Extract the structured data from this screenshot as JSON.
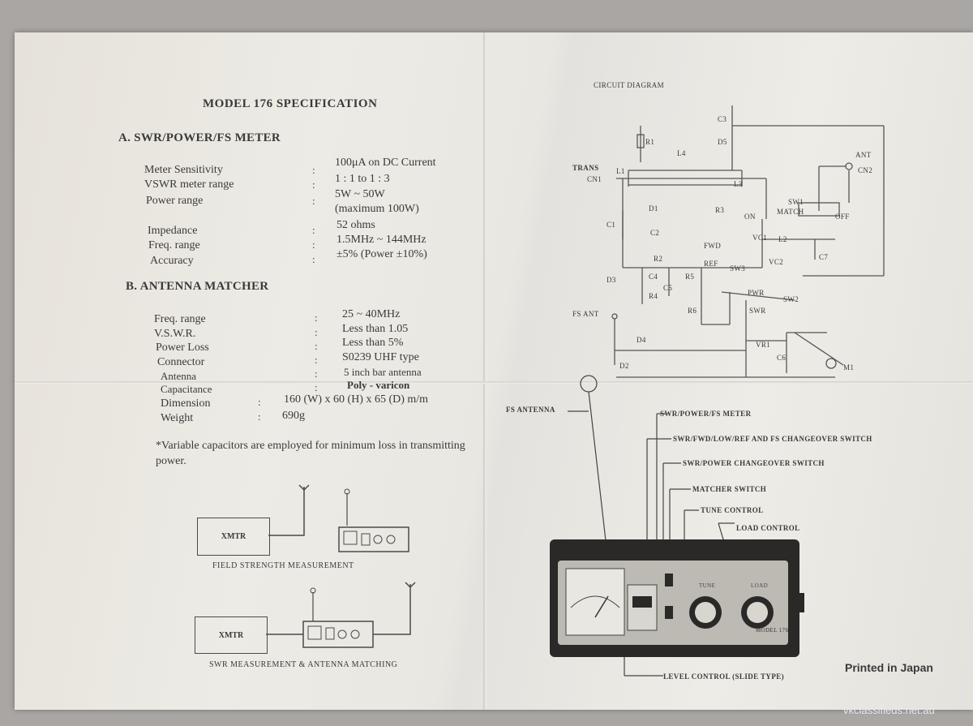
{
  "spec": {
    "title": "MODEL 176 SPECIFICATION",
    "section_a": {
      "heading": "A.  SWR/POWER/FS METER",
      "rows": [
        {
          "label": "Meter Sensitivity",
          "value": "100μA on DC Current"
        },
        {
          "label": "VSWR meter range",
          "value": "1 : 1 to 1 : 3"
        },
        {
          "label": "Power range",
          "value": "5W ~ 50W",
          "value2": "(maximum 100W)"
        },
        {
          "label": "Impedance",
          "value": "52 ohms"
        },
        {
          "label": "Freq. range",
          "value": "1.5MHz ~ 144MHz"
        },
        {
          "label": "Accuracy",
          "value": "±5% (Power ±10%)"
        }
      ]
    },
    "section_b": {
      "heading": "B.  ANTENNA MATCHER",
      "rows": [
        {
          "label": "Freq. range",
          "value": "25 ~ 40MHz"
        },
        {
          "label": "V.S.W.R.",
          "value": "Less than 1.05"
        },
        {
          "label": "Power Loss",
          "value": "Less than 5%"
        },
        {
          "label": "Connector",
          "value": "S0239 UHF type"
        },
        {
          "label": "Antenna",
          "value": "5 inch bar antenna"
        },
        {
          "label": "Capacitance",
          "value": "Poly - varicon"
        },
        {
          "label": "Dimension",
          "value": "160 (W) x 60 (H) x 65 (D) m/m"
        },
        {
          "label": "Weight",
          "value": "690g"
        }
      ]
    },
    "colon": ":",
    "note": "*Variable capacitors are employed for minimum loss in transmitting power."
  },
  "diagrams": {
    "xmtr": "XMTR",
    "field_strength": "FIELD  STRENGTH  MEASUREMENT",
    "swr_matching": "SWR  MEASUREMENT  &  ANTENNA  MATCHING"
  },
  "circuit": {
    "title": "CIRCUIT  DIAGRAM",
    "trans": "TRANS",
    "cn1": "CN1",
    "ant": "ANT",
    "cn2": "CN2",
    "fs_ant": "FS ANT",
    "labels": {
      "l1": "L1",
      "l2": "L2",
      "l3": "L3",
      "l4": "L4",
      "r1": "R1",
      "r2": "R2",
      "r3": "R3",
      "r4": "R4",
      "r5": "R5",
      "r6": "R6",
      "c1": "C1",
      "c2": "C2",
      "c3": "C3",
      "c4": "C4",
      "c5": "C5",
      "c6": "C6",
      "c7": "C7",
      "d1": "D1",
      "d2": "D2",
      "d3": "D3",
      "d4": "D4",
      "d5": "D5",
      "vc1": "VC1",
      "vc2": "VC2",
      "vr1": "VR1",
      "m1": "M1",
      "sw1": "SW1",
      "sw2": "SW2",
      "sw3": "SW3",
      "match": "MATCH",
      "off": "OFF",
      "on": "ON",
      "fwd": "FWD",
      "ref": "REF",
      "pwr": "PWR",
      "swr": "SWR"
    }
  },
  "panel": {
    "fs_antenna": "FS ANTENNA",
    "callouts": [
      "SWR/POWER/FS METER",
      "SWR/FWD/LOW/REF AND FS CHANGEOVER SWITCH",
      "SWR/POWER CHANGEOVER SWITCH",
      "MATCHER SWITCH",
      "TUNE  CONTROL",
      "LOAD  CONTROL"
    ],
    "level_control": "LEVEL CONTROL (SLIDE TYPE)",
    "model": "MODEL 176",
    "tune": "TUNE",
    "load": "LOAD"
  },
  "footer": {
    "printed": "Printed in Japan",
    "watermark": "vkclassifieds.net.au"
  }
}
